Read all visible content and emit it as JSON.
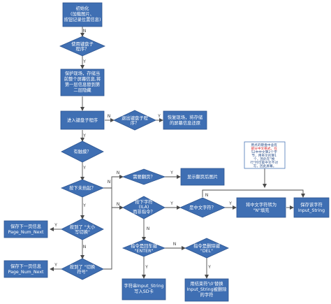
{
  "colors": {
    "node": "#3f6fb3",
    "node_border": "#2e5590",
    "arrow": "#4a4a4a",
    "note_border": "#4a76b8",
    "note_text": "#2b4f8a",
    "note_highlight": "#d8262b"
  },
  "nodes": {
    "init": [
      "初始化",
      "(加载图片、",
      "按钮记录位置信息)"
    ],
    "use_keyboard": [
      "使用键盘子",
      "程序？"
    ],
    "save_scene": [
      "保护现场，存储当",
      "前整个屏幕信息,将",
      "第一层信息替到第",
      "二层隐藏"
    ],
    "enter_keyboard": [
      "进入键盘子程序"
    ],
    "exit_keyboard": [
      "退出键盘子程",
      "序？"
    ],
    "restore_scene": [
      "恢复现场，将存储",
      "的屏幕信息还原"
    ],
    "has_touch": [
      "有触摸？"
    ],
    "need_flip": [
      "需要翻页？"
    ],
    "show_flipped": [
      "显示翻页后图片"
    ],
    "key_not_lifted": [
      "按下未抬起？"
    ],
    "key_is_char": [
      "按下字符",
      "(ILA)",
      "而非指令？"
    ],
    "is_chinese": [
      "是中文字符？"
    ],
    "chinese_to_n": [
      "将中文字符转为",
      "\"N\"填充"
    ],
    "save_string": [
      "保存该字符",
      "Input_String"
    ],
    "case_switch": [
      "按到了 \"大小",
      "写切换\""
    ],
    "save_next_page_1": [
      "保存下一页信息",
      "Page_Num_Next"
    ],
    "symbol_switch": [
      "按到了 \"切换",
      "符号\""
    ],
    "save_next_page_2": [
      "保存下一页信息",
      "Page_Num_Next"
    ],
    "is_enter": [
      "指令是回车键",
      "\"ENTER\""
    ],
    "is_del": [
      "指令是删除键",
      "\"DEL\""
    ],
    "write_sd": [
      "字符串Input_String",
      "写入SD卡"
    ],
    "delete_char": [
      "用结束符'\\0'替换",
      "Input_String被删除",
      "的字符"
    ]
  },
  "note": {
    "lines": [
      "用点的键盘中含有",
      "部分中文格式，在",
      "52中中文算2个字",
      "节，用英文的算1",
      "个，因此在\"换",
      "行\"时可能中文不对",
      "写，因此屏幕。"
    ],
    "highlight_line": 1
  },
  "labels": {
    "yes": "Y",
    "no": "N",
    "init_no": "N"
  }
}
